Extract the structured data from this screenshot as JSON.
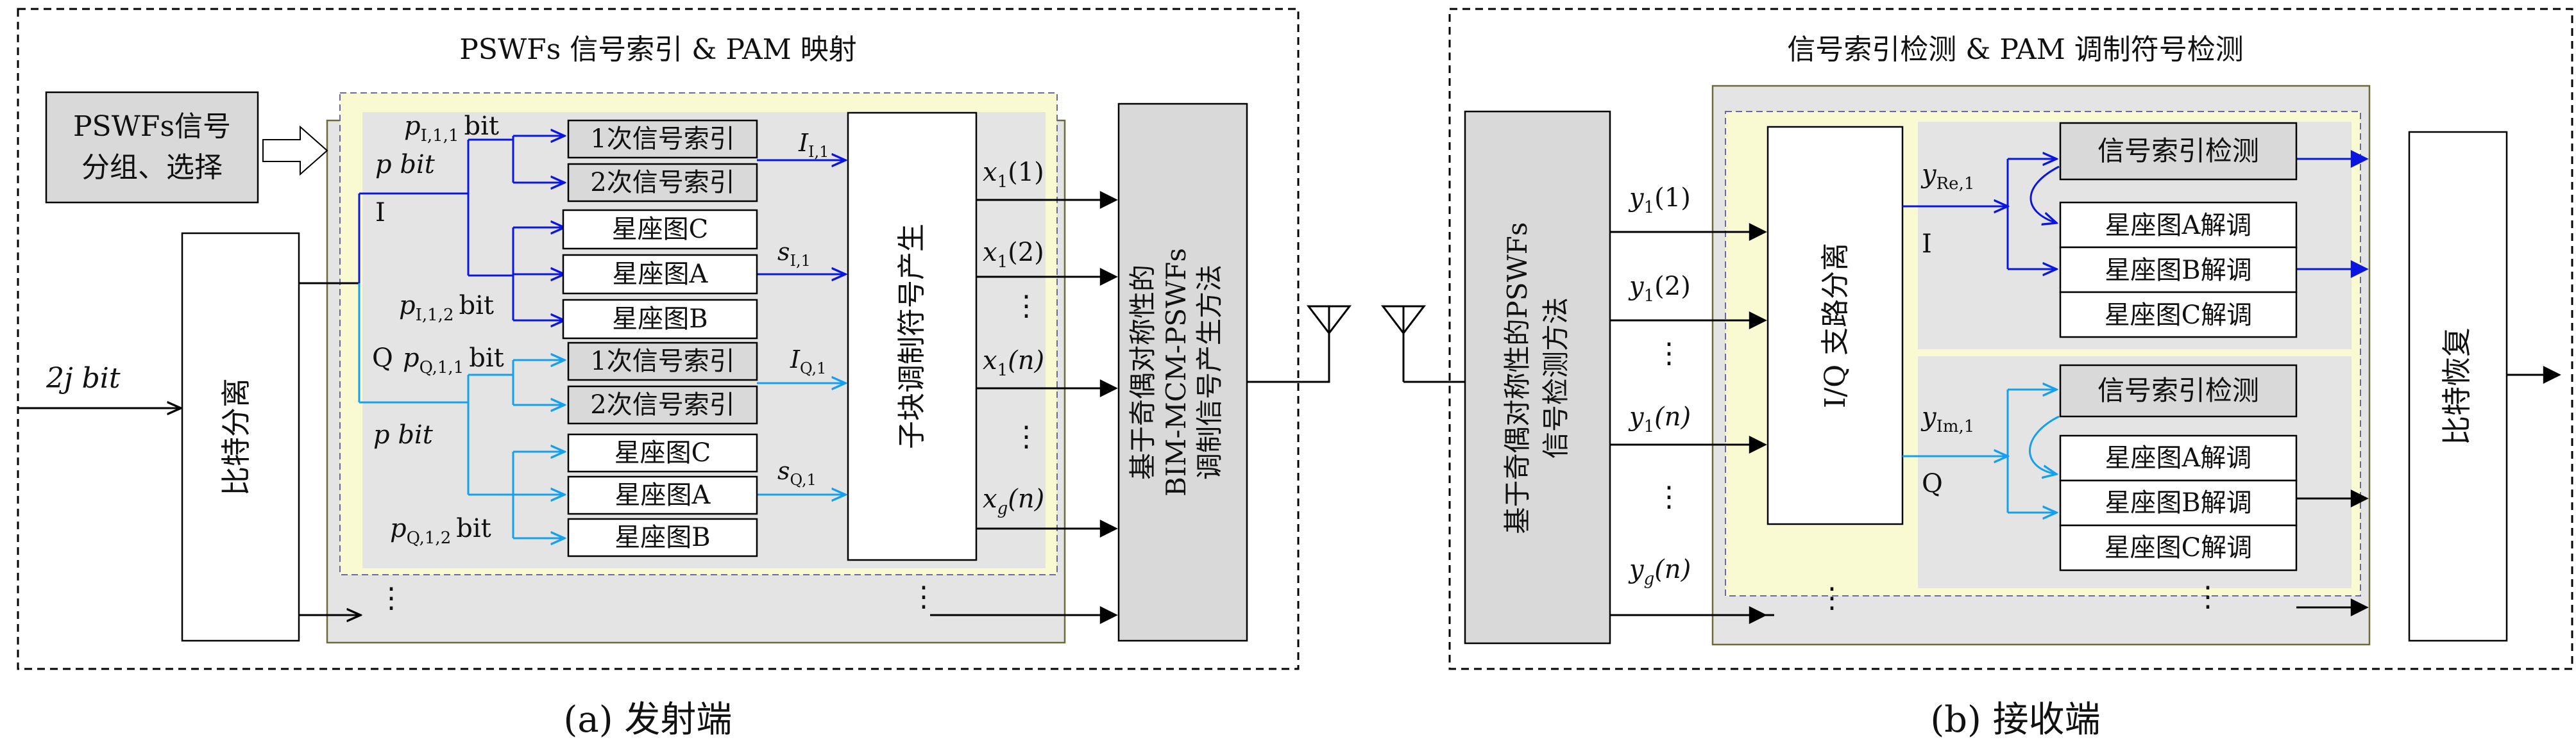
{
  "tx": {
    "title": "PSWFs 信号索引 & PAM 映射",
    "pswfs_select": [
      "PSWFs信号",
      "分组、选择"
    ],
    "bit_split": "比特分离",
    "input_bits": "2j bit",
    "p_I11": "p",
    "p_I11_sub": "I,1,1",
    "p_I11_unit": "bit",
    "p_bit_I": "p bit",
    "branch_I": "I",
    "p_I12": "p",
    "p_I12_sub": "I,1,2",
    "p_I12_unit": "bit",
    "branch_Q": "Q",
    "p_Q11": "p",
    "p_Q11_sub": "Q,1,1",
    "p_Q11_unit": "bit",
    "p_bit_Q": "p bit",
    "p_Q12": "p",
    "p_Q12_sub": "Q,1,2",
    "p_Q12_unit": "bit",
    "index1": "1次信号索引",
    "index2": "2次信号索引",
    "constC": "星座图C",
    "constA": "星座图A",
    "constB": "星座图B",
    "I_I1": "I",
    "I_I1_sub": "I,1",
    "s_I1": "s",
    "s_I1_sub": "I,1",
    "I_Q1": "I",
    "I_Q1_sub": "Q,1",
    "s_Q1": "s",
    "s_Q1_sub": "Q,1",
    "subblock": "子块调制符号产生",
    "x1": "x",
    "x1_sub": "1",
    "x1_arg": "(1)",
    "x2_arg": "(2)",
    "xn_arg": "(n)",
    "xg_sub": "g",
    "vdots": "⋮",
    "generator": [
      "基于奇偶对称性的",
      "BIM-MCM-PSWFs",
      "调制信号产生方法"
    ],
    "caption": "(a) 发射端"
  },
  "rx": {
    "title": "信号索引检测 & PAM 调制符号检测",
    "detector": [
      "基于奇偶对称性的PSWFs",
      "信号检测方法"
    ],
    "y1": "y",
    "y1_sub": "1",
    "y_args": [
      "(1)",
      "(2)",
      "(n)"
    ],
    "yg_sub": "g",
    "yg_arg": "(n)",
    "iq_split": "I/Q 支路分离",
    "yRe": "y",
    "yRe_sub": "Re,1",
    "yIm": "y",
    "yIm_sub": "Im,1",
    "branch_I": "I",
    "branch_Q": "Q",
    "index_detect": "信号索引检测",
    "demodA": "星座图A解调",
    "demodB": "星座图B解调",
    "demodC": "星座图C解调",
    "bit_recover": "比特恢复",
    "caption": "(b) 接收端"
  },
  "colors": {
    "dark_blue": "#0a16e0",
    "light_blue": "#14a0ee",
    "yellow_fill": "#fafad2",
    "gray_fill": "#e4e4e4",
    "box_gray": "#d9d9d9"
  }
}
